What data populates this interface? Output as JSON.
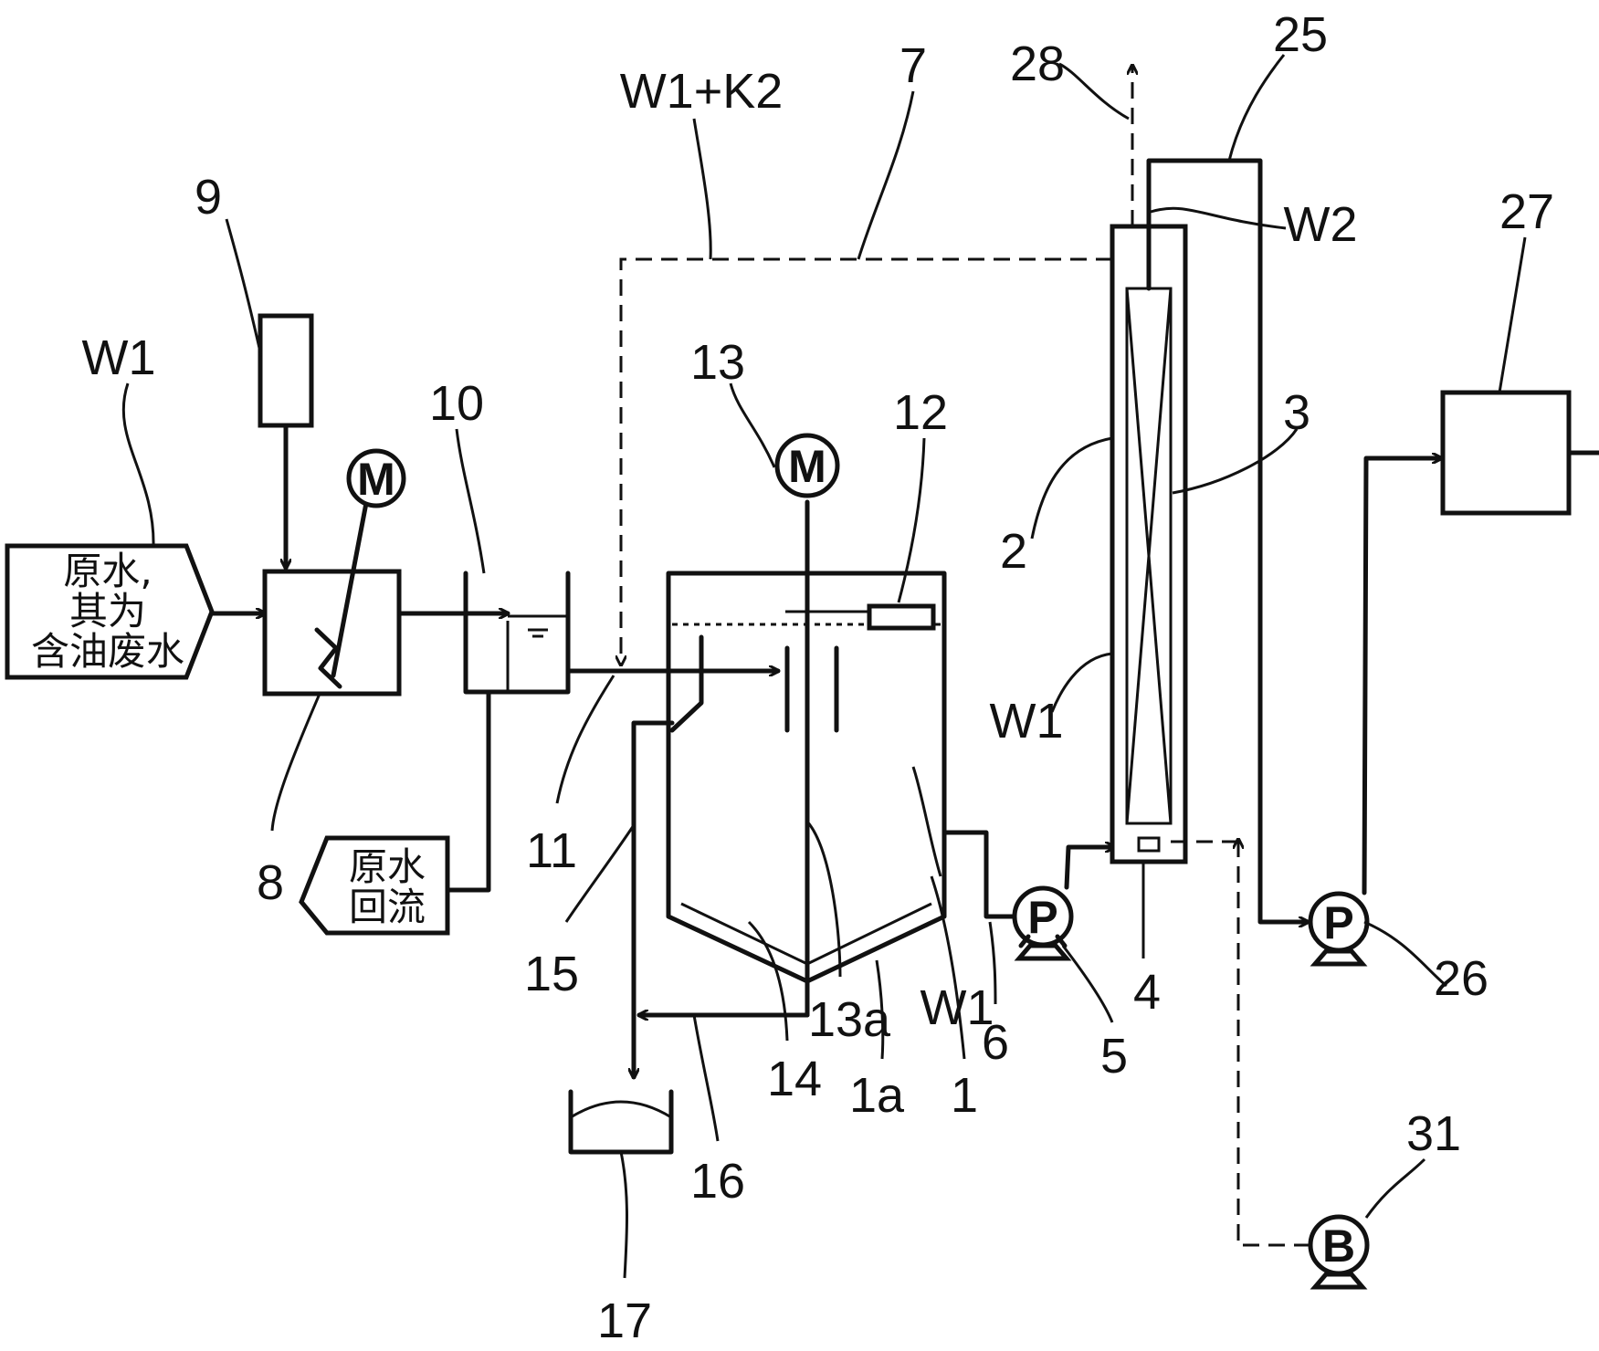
{
  "raw_water_box": {
    "lines": [
      "原水,",
      "其为",
      "含油废水"
    ]
  },
  "recycle_box": {
    "lines": [
      "原水",
      "回流"
    ]
  },
  "motor_letter": "M",
  "pump_letter": "P",
  "blower_letter": "B",
  "labels": {
    "w1_in": "W1",
    "n9": "9",
    "n10": "10",
    "n8": "8",
    "n11": "11",
    "n13": "13",
    "n12": "12",
    "w1k2": "W1+K2",
    "n7": "7",
    "n28": "28",
    "n25": "25",
    "w2": "W2",
    "n27": "27",
    "n3": "3",
    "n2": "2",
    "w1_tank2": "W1",
    "n15": "15",
    "n14": "14",
    "n13a": "13a",
    "n1a": "1a",
    "w1_tank1": "W1",
    "n1": "1",
    "n6": "6",
    "n5": "5",
    "n4": "4",
    "n26": "26",
    "n16": "16",
    "n17": "17",
    "n31": "31"
  }
}
